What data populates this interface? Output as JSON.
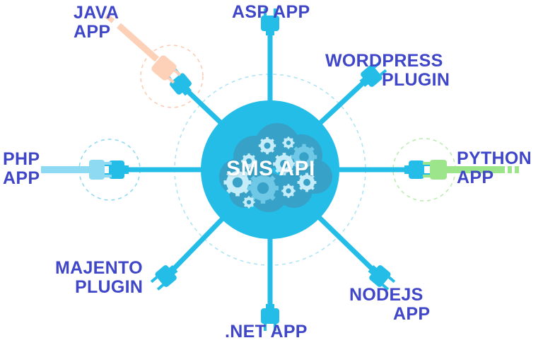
{
  "hub": {
    "title": "SMS API",
    "color": "#23bde8",
    "gear_fill": "#37a1c7",
    "gear_light": "#c5ecf9"
  },
  "connectors": {
    "default_color": "#23bde8",
    "java_color": "#fdd0b8",
    "php_color": "#8fdaf3",
    "python_color": "#9de58a",
    "label_color": "#3f46c8"
  },
  "labels": {
    "java": [
      "JAVA",
      "APP"
    ],
    "asp": [
      "ASP APP"
    ],
    "wordpress": [
      "WORDPRESS",
      "PLUGIN"
    ],
    "php": [
      "PHP",
      "APP"
    ],
    "python": [
      "PYTHON",
      "APP"
    ],
    "majento": [
      "MAJENTO",
      "PLUGIN"
    ],
    "net": [
      ".NET APP"
    ],
    "nodejs": [
      "NODEJS",
      "APP"
    ]
  }
}
